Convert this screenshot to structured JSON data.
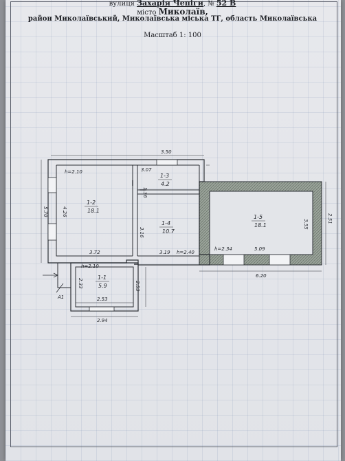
{
  "header": {
    "street_prefix": "вулиця",
    "street_name": "Захарія Чепіги",
    "house_prefix": ", №",
    "house_number": "52 В",
    "city_prefix": "місто",
    "city_name": "Миколаїв,",
    "region_line": "район Миколаївський, Миколаївська міська ТГ, область Миколаївська",
    "scale": "Масштаб 1: 100"
  },
  "plan": {
    "rooms": [
      {
        "code": "1-1",
        "area": "5.9"
      },
      {
        "code": "1-2",
        "area": "18.1"
      },
      {
        "code": "1-3",
        "area": "4.2"
      },
      {
        "code": "1-4",
        "area": "10.7"
      },
      {
        "code": "1-5",
        "area": "18.1"
      }
    ],
    "dimensions": {
      "top_total": "3.50",
      "h_left": "h=2.10",
      "r12_width": "3.72",
      "r12_height_outer": "5.70",
      "r12_height_inner": "4.26",
      "r13_width": "3.07",
      "r13_height": "1.36",
      "r14_height": "3.16",
      "r14_width": "3.19",
      "h_mid": "h=2.40",
      "h_porch": "h=2.10",
      "r11_left": "2.33",
      "r11_right": "2.53",
      "r11_width_inner": "2.53",
      "r11_width_outer": "2.94",
      "h_right": "h=2.34",
      "r15_width": "5.09",
      "r15_height_inner": "3.55",
      "r15_height_outer": "2.51",
      "r15_width_outer": "6.20",
      "entrance_mark": "А1"
    }
  }
}
